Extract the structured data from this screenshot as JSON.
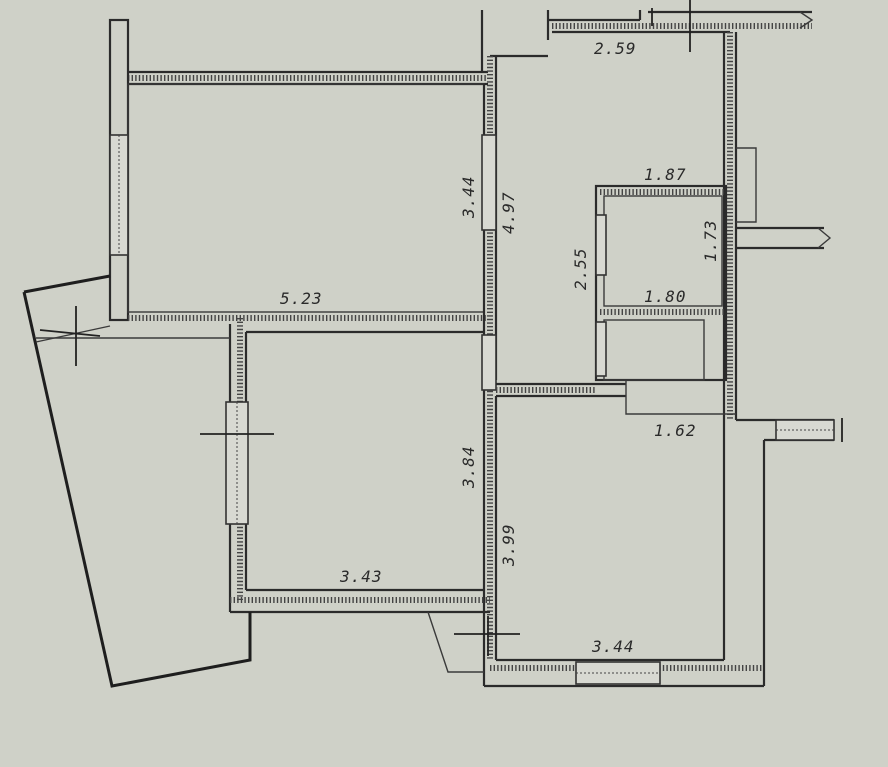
{
  "dimensions": {
    "d_259": "2.59",
    "d_187": "1.87",
    "d_344_top": "3.44",
    "d_497": "4.97",
    "d_173": "1.73",
    "d_255": "2.55",
    "d_180": "1.80",
    "d_523": "5.23",
    "d_162": "1.62",
    "d_384": "3.84",
    "d_399": "3.99",
    "d_343": "3.43",
    "d_344_bottom": "3.44"
  },
  "colors": {
    "paper": "#cfd1c8",
    "ink": "#2b2b2b"
  }
}
